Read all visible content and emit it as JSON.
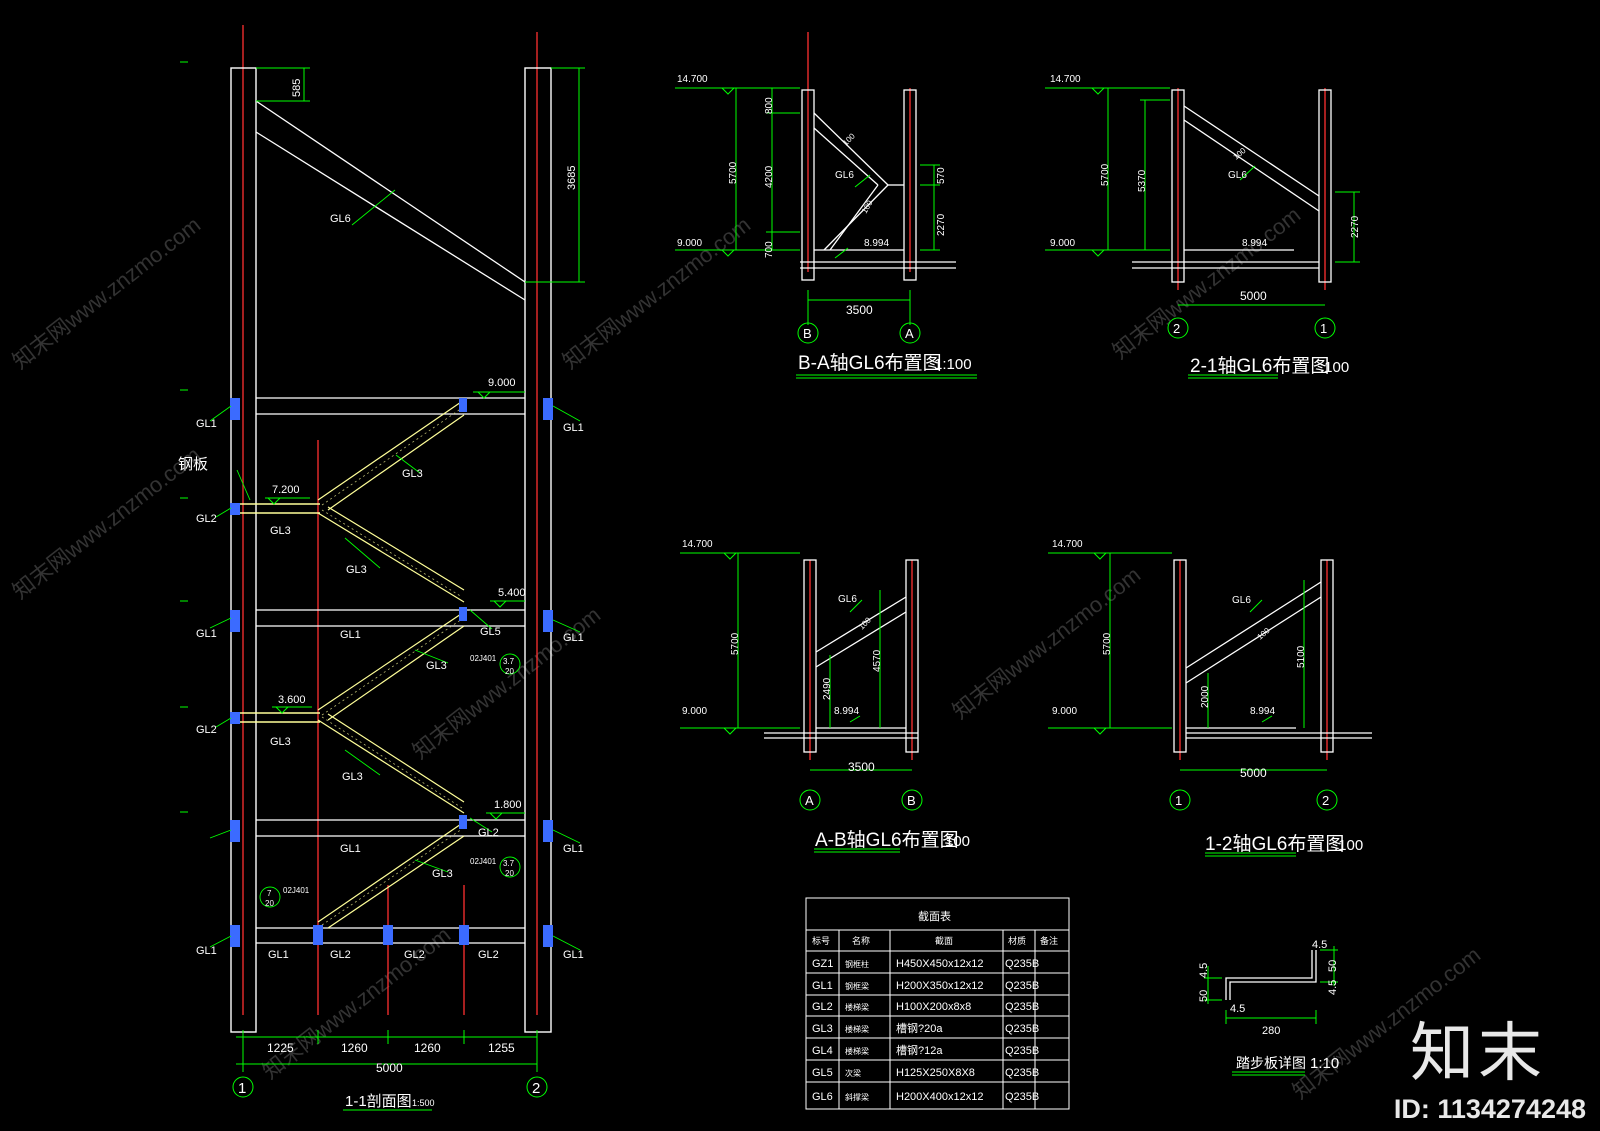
{
  "colors": {
    "background": "#000000",
    "lines": "#ffffff",
    "dimension": "#00ff00",
    "axis": "#ff3030",
    "steel": "#ffff99",
    "column": "#3b6bff",
    "text": "#ffffff"
  },
  "section": {
    "title": "1-1剖面图",
    "scale": "1:500",
    "levels": {
      "top": "9.000",
      "mid1": "7.200",
      "mid2": "5.400",
      "mid3": "3.600",
      "low": "1.800"
    },
    "dims_top": {
      "d585": "585",
      "d3685": "3685"
    },
    "dims_bottom": [
      "1225",
      "1260",
      "1260",
      "1255"
    ],
    "total": "5000",
    "axes": [
      "1",
      "2"
    ],
    "labels": {
      "gl1": "GL1",
      "gl2": "GL2",
      "gl3": "GL3",
      "gl5": "GL5",
      "gl6": "GL6",
      "plate": "钢板",
      "ref": "02J401",
      "ref_num1": "3.7",
      "ref_den": "20",
      "ref_num2": "7"
    }
  },
  "elevations": [
    {
      "title": "B-A轴GL6布置图",
      "scale": "1:100",
      "top": "14.700",
      "bottom": "9.000",
      "level": "8.994",
      "dims": [
        "800",
        "4200",
        "700",
        "5700",
        "570",
        "2270"
      ],
      "members": [
        "GL6",
        "100",
        "100"
      ],
      "span": "3500",
      "axes": [
        "B",
        "A"
      ]
    },
    {
      "title": "2-1轴GL6布置图",
      "scale": ":100",
      "top": "14.700",
      "bottom": "9.000",
      "level": "8.994",
      "dims": [
        "5700",
        "5370",
        "2270"
      ],
      "members": [
        "GL6",
        "100"
      ],
      "span": "5000",
      "axes": [
        "2",
        "1"
      ]
    },
    {
      "title": "A-B轴GL6布置图",
      "scale": "100",
      "top": "14.700",
      "bottom": "9.000",
      "level": "8.994",
      "dims": [
        "5700",
        "2490",
        "4570"
      ],
      "members": [
        "GL6",
        "100"
      ],
      "span": "3500",
      "axes": [
        "A",
        "B"
      ]
    },
    {
      "title": "1-2轴GL6布置图",
      "scale": ":100",
      "top": "14.700",
      "bottom": "9.000",
      "level": "8.994",
      "dims": [
        "5700",
        "2000",
        "5100"
      ],
      "members": [
        "GL6",
        "100"
      ],
      "span": "5000",
      "axes": [
        "1",
        "2"
      ]
    }
  ],
  "table": {
    "title": "截面表",
    "headers": [
      "标号",
      "名称",
      "截面",
      "材质",
      "备注"
    ],
    "rows": [
      [
        "GZ1",
        "钢框柱",
        "H450X450x12x12",
        "Q235B",
        ""
      ],
      [
        "GL1",
        "钢框梁",
        "H200X350x12x12",
        "Q235B",
        ""
      ],
      [
        "GL2",
        "楼梯梁",
        "H100X200x8x8",
        "Q235B",
        ""
      ],
      [
        "GL3",
        "楼梯梁",
        "槽钢?20a",
        "Q235B",
        ""
      ],
      [
        "GL4",
        "楼梯梁",
        "槽钢?12a",
        "Q235B",
        ""
      ],
      [
        "GL5",
        "次梁",
        "H125X250X8X8",
        "Q235B",
        ""
      ],
      [
        "GL6",
        "斜撑梁",
        "H200X400x12x12",
        "Q235B",
        ""
      ]
    ]
  },
  "tread": {
    "title": "踏步板详图",
    "scale": "1:10",
    "dims": [
      "4.5",
      "50",
      "4.5",
      "50",
      "4.5",
      "4.5",
      "280"
    ]
  },
  "watermark": {
    "logo": "知末",
    "id": "ID: 1134274248",
    "diagonal": "知末网www.znzmo.com"
  }
}
